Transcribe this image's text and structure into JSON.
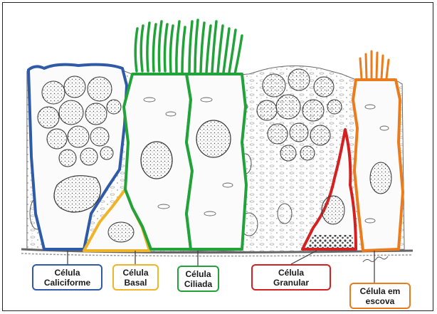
{
  "colors": {
    "goblet": "#2e5aa8",
    "basal": "#f0b428",
    "ciliated": "#22a33a",
    "granular": "#d42020",
    "brush": "#ec7b1c",
    "ink": "#3a3a3a"
  },
  "labels": {
    "goblet": [
      "Célula",
      "Caliciforme"
    ],
    "basal": [
      "Célula",
      "Basal"
    ],
    "ciliated": [
      "Célula",
      "Ciliada"
    ],
    "granular": [
      "Célula",
      "Granular"
    ],
    "brush": [
      "Célula em",
      "escova"
    ]
  }
}
